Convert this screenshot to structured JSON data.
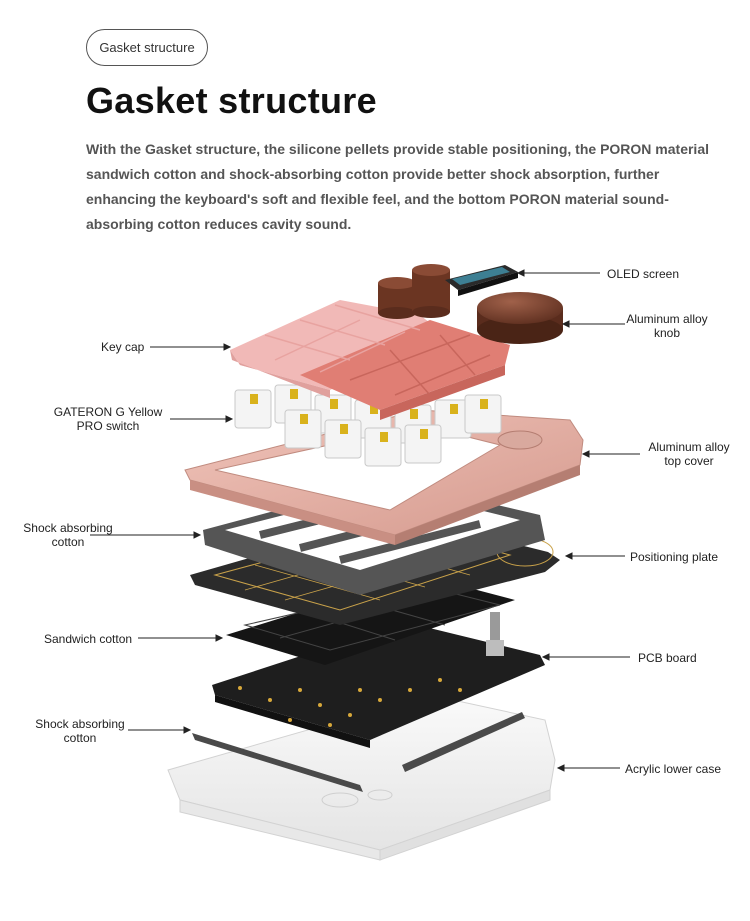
{
  "badge": "Gasket structure",
  "title": "Gasket structure",
  "description": "With the Gasket structure, the silicone pellets provide stable positioning, the PORON material sandwich cotton and shock-absorbing cotton provide better shock absorption, further enhancing the keyboard's soft and flexible feel, and the bottom PORON material sound-absorbing cotton reduces cavity sound.",
  "labels": {
    "oled": "OLED screen",
    "knob": "Aluminum alloy knob",
    "keycap": "Key cap",
    "switch": "GATERON G Yellow PRO switch",
    "top_cover": "Aluminum alloy top cover",
    "shock_top": "Shock absorbing cotton",
    "positioning": "Positioning plate",
    "sandwich": "Sandwich cotton",
    "pcb": "PCB board",
    "shock_bottom": "Shock absorbing cotton",
    "lower_case": "Acrylic lower case"
  },
  "colors": {
    "keycap_light": "#f1b9b7",
    "keycap_dark": "#e07e74",
    "top_cover": "#e6b1a6",
    "knob": "#7a3f2a",
    "plate": "#2b2b2b",
    "switch_stem": "#d9b21c"
  }
}
